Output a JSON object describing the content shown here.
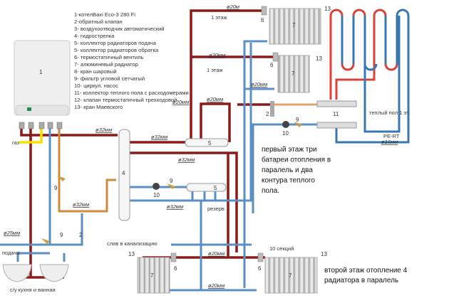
{
  "colors": {
    "supply": "#8b1a1a",
    "return": "#5b8ec2",
    "gas": "#f5e000",
    "boiler_loop": "#d08a3c",
    "floor_supply": "#d9413a",
    "floor_return": "#3a77b0",
    "radiator": "#d8d8d8"
  },
  "legend": [
    "1-котелBaxi Eco-3 280 Fi",
    "2-обратный клапан",
    "3- воздухоотводчик автоматический",
    "4- гидрострелка",
    "5- коллектор радиаторов подача",
    "5- коллектор радиаторов обратка",
    "6- термостатичный вентиль",
    "7- алюминевый радиатор",
    "8- кран шаровый",
    "9- фильтр угловой сетчатый",
    "10- циркул. насос",
    "11- коллектор теплого пола с расходомерами",
    "12- клапан термостатичный  трехходовой",
    "13- кран Маевского"
  ],
  "labels": {
    "boiler": "1",
    "gas": "газ",
    "hydro": "4",
    "collector_supply": "5",
    "collector_return": "5",
    "pump_main": "10",
    "filter_main": "9",
    "filter_boiler": "9",
    "filter_bottom": "9",
    "check_valve_bottom": "2",
    "floor_manifold": "11",
    "floor_check_valve": "2",
    "floor_pump": "10",
    "floor_filter": "9",
    "floor1_a": "1 этаж",
    "floor1_b": "1 этаж",
    "valve6_a": "6",
    "valve6_b": "6",
    "valve6_c": "6",
    "valve6_d": "6",
    "rad7_a": "7",
    "rad7_b": "7",
    "rad7_c": "7",
    "rad7_d": "7",
    "mayevsky_a": "13",
    "mayevsky_b": "13",
    "mayevsky_c": "13",
    "mayevsky_d": "13",
    "reserve": "резерв",
    "drain": "слив в канализацию",
    "sections": "10 секций",
    "supply_water": "подача",
    "bathroom": "с/у кухня и  ванная",
    "floor_heating": "теплый пол 1 эт.",
    "pert": "PE-RT"
  },
  "diameters": {
    "d20m": "ø20м",
    "d20_1": "ø20мм",
    "d20_2": "ø20мм",
    "d20_3": "ø20мм",
    "d20_4": "ø20мм",
    "d20_5": "ø20мм",
    "d20_6": "ø20мм",
    "d32_1": "ø32мм",
    "d32_2": "ø32мм",
    "d32_3": "ø32мм",
    "d32_4": "ø32мм",
    "d32_5": "ø32мм",
    "d25": "ø25мм",
    "d16": "ø16мм"
  },
  "notes": {
    "first_floor": [
      "первый этаж три",
      "батареи отопления в",
      "паралель и два",
      "контура теплого",
      "пола."
    ],
    "second_floor": [
      "второй этаж отопление 4",
      "радиатора в паралель"
    ]
  }
}
